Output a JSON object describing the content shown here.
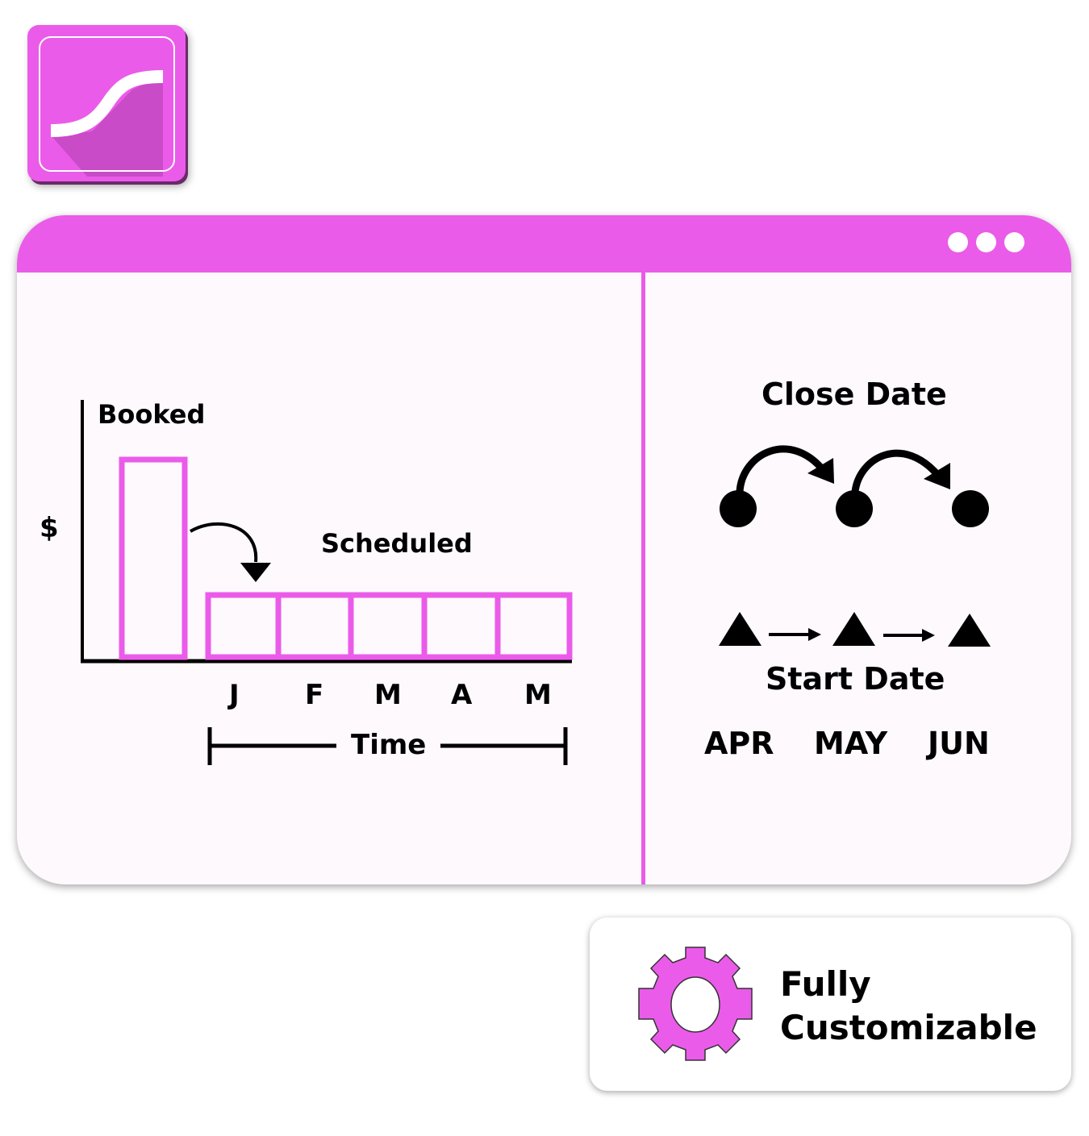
{
  "colors": {
    "accent": "#eb5be9",
    "accent_dark": "#c94bc7",
    "window_bg": "#fdf9fd",
    "ink": "#000000"
  },
  "app_icon": {
    "name": "s-curve-logo-icon"
  },
  "window": {
    "menu_icon": "more-dots-icon",
    "left_panel": {
      "y_axis_label": "$",
      "booked_label": "Booked",
      "scheduled_label": "Scheduled",
      "months": [
        "J",
        "F",
        "M",
        "A",
        "M"
      ],
      "time_label": "Time"
    },
    "right_panel": {
      "close_date_label": "Close Date",
      "start_date_label": "Start Date",
      "months": [
        "APR",
        "MAY",
        "JUN"
      ]
    }
  },
  "card": {
    "icon": "gear-icon",
    "line1": "Fully",
    "line2": "Customizable"
  },
  "chart_data": {
    "type": "bar",
    "title": "",
    "xlabel": "Time",
    "ylabel": "$",
    "categories": [
      "Booked",
      "J",
      "F",
      "M",
      "A",
      "M"
    ],
    "series": [
      {
        "name": "Booked",
        "values": [
          1,
          0,
          0,
          0,
          0,
          0
        ]
      },
      {
        "name": "Scheduled",
        "values": [
          0,
          0.32,
          0.32,
          0.32,
          0.32,
          0.32
        ]
      }
    ],
    "annotations": [
      "Booked",
      "Scheduled",
      "arrow from Booked bar to Scheduled bars"
    ],
    "grid": false,
    "legend": "none"
  }
}
